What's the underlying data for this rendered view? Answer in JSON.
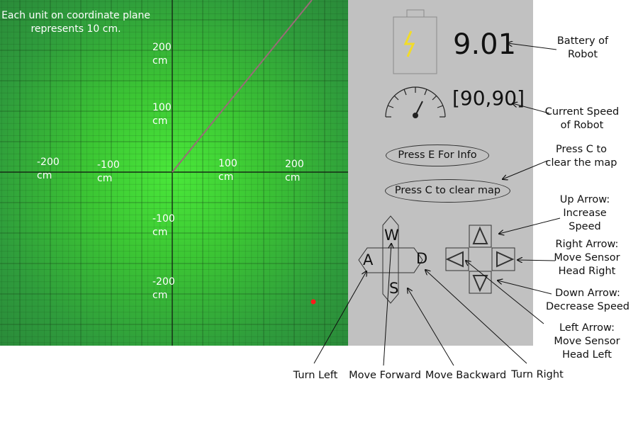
{
  "map": {
    "note": "Each unit on coordinate plane represents 10 cm.",
    "axis_labels": {
      "y_pos_200": "200\ncm",
      "y_pos_100": "100\ncm",
      "y_neg_100": "-100\ncm",
      "y_neg_200": "-200\ncm",
      "x_neg_200": "-200\ncm",
      "x_neg_100": "-100\ncm",
      "x_pos_100": "100\ncm",
      "x_pos_200": "200\ncm"
    }
  },
  "panel": {
    "battery_value": "9.01",
    "speed_value": "[90,90]",
    "info_button": "Press E For Info",
    "clear_button": "Press C to clear map",
    "keys": {
      "w": "W",
      "a": "A",
      "s": "S",
      "d": "D"
    }
  },
  "annotations": {
    "battery": "Battery of\nRobot",
    "speed": "Current Speed\nof Robot",
    "clear": "Press C to\nclear the map",
    "up": "Up Arrow:\nIncrease\nSpeed",
    "right": "Right Arrow:\nMove Sensor\nHead Right",
    "down": "Down Arrow:\nDecrease Speed",
    "left": "Left Arrow:\nMove Sensor\nHead Left",
    "turn_left": "Turn Left",
    "move_forward": "Move Forward",
    "move_backward": "Move Backward",
    "turn_right": "Turn Right"
  },
  "colors": {
    "robot_dot": "#ff1a1a",
    "path_line": "#9a6a78",
    "bolt": "#f2dc28"
  }
}
